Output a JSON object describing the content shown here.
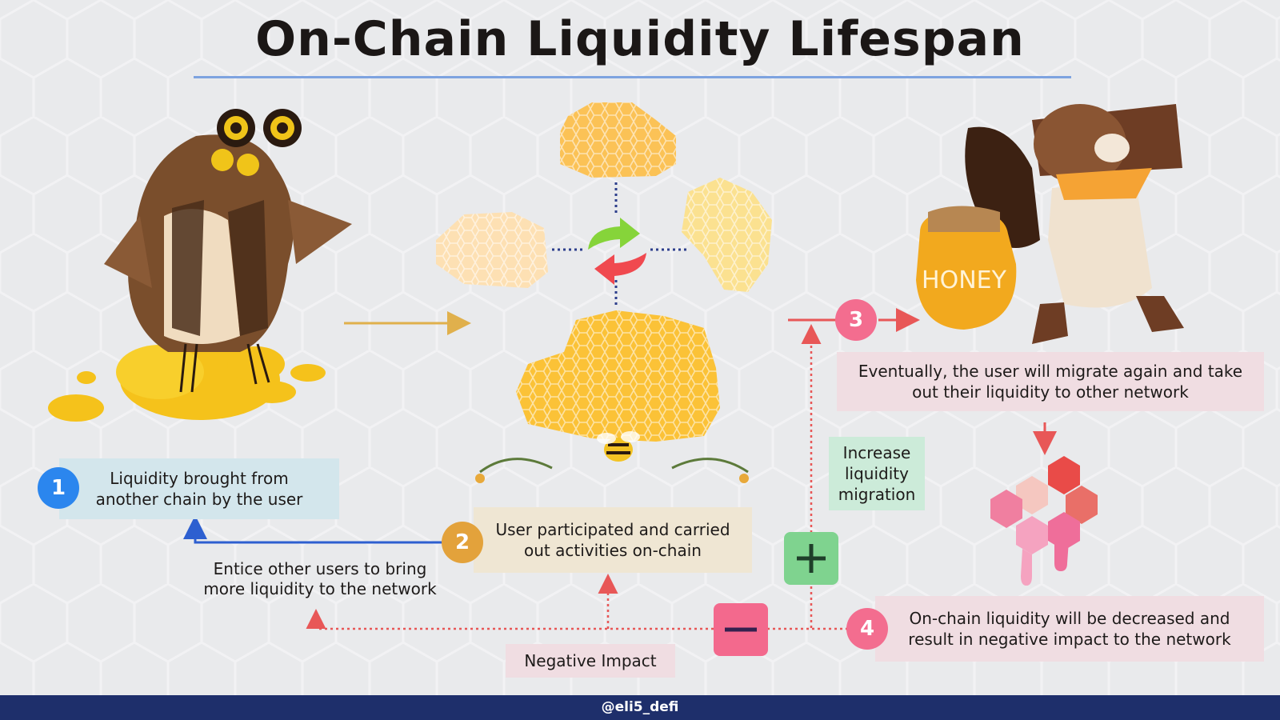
{
  "title": "On-Chain Liquidity Lifespan",
  "steps": [
    {
      "number": "1",
      "text_lines": [
        "Liquidity brought from",
        "another chain by the user"
      ]
    },
    {
      "number": "2",
      "text_lines": [
        "User participated and carried",
        "out activities on-chain"
      ]
    },
    {
      "number": "3",
      "text_lines": [
        "Eventually, the user will migrate again and take",
        "out their liquidity to other network"
      ]
    },
    {
      "number": "4",
      "text_lines": [
        "On-chain liquidity will be decreased and",
        "result in negative impact to the network"
      ]
    }
  ],
  "entice_text_lines": [
    "Entice other users to bring",
    "more liquidity to the network"
  ],
  "increase_text_lines": [
    "Increase",
    "liquidity",
    "migration"
  ],
  "negative_impact": "Negative Impact",
  "honey_label": "HONEY",
  "footer": "@eli5_defi",
  "icons": {
    "plus": "plus-icon",
    "minus": "minus-icon",
    "cycle": "refresh-cycle-icon"
  },
  "colors": {
    "badge1": "#2b86ee",
    "badge2": "#e3a23b",
    "badge3": "#f36d8f",
    "badge4": "#f36d8f",
    "box1": "#d3e6ec",
    "box2": "#efe6d3",
    "box3": "#f0dde2",
    "box4": "#f0dde2",
    "increase_box": "#ccebd9",
    "negative_box": "#f0dde2",
    "plus_button": "#7fd38f",
    "minus_button": "#f3698d",
    "blue_line": "#2d5fd0",
    "red_line": "#e85757",
    "gold_arrow": "#e0b04c",
    "footer_bar": "#1e2f6b"
  }
}
